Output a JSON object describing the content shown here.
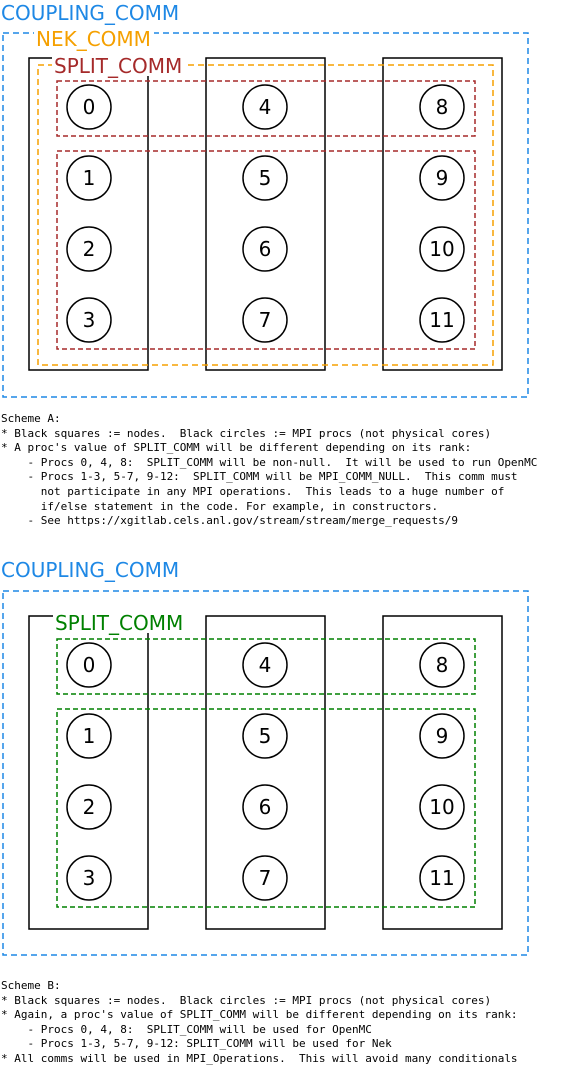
{
  "scheme_a": {
    "labels": {
      "coupling_comm": "COUPLING_COMM",
      "nek_comm": "NEK_COMM",
      "split_comm": "SPLIT_COMM"
    },
    "procs": [
      "0",
      "1",
      "2",
      "3",
      "4",
      "5",
      "6",
      "7",
      "8",
      "9",
      "10",
      "11"
    ],
    "colors": {
      "coupling_comm": "#1e88e5",
      "nek_comm": "#f5a000",
      "split_comm": "#a52a2a"
    },
    "caption_lines": [
      "Scheme A:",
      "* Black squares := nodes.  Black circles := MPI procs (not physical cores)",
      "* A proc's value of SPLIT_COMM will be different depending on its rank:",
      "    - Procs 0, 4, 8:  SPLIT_COMM will be non-null.  It will be used to run OpenMC",
      "    - Procs 1-3, 5-7, 9-12:  SPLIT_COMM will be MPI_COMM_NULL.  This comm must",
      "      not participate in any MPI operations.  This leads to a huge number of",
      "      if/else statement in the code. For example, in constructors.",
      "    - See https://xgitlab.cels.anl.gov/stream/stream/merge_requests/9"
    ]
  },
  "scheme_b": {
    "labels": {
      "coupling_comm": "COUPLING_COMM",
      "split_comm": "SPLIT_COMM"
    },
    "procs": [
      "0",
      "1",
      "2",
      "3",
      "4",
      "5",
      "6",
      "7",
      "8",
      "9",
      "10",
      "11"
    ],
    "colors": {
      "coupling_comm": "#1e88e5",
      "split_comm": "#008000"
    },
    "caption_lines": [
      "Scheme B:",
      "* Black squares := nodes.  Black circles := MPI procs (not physical cores)",
      "* Again, a proc's value of SPLIT_COMM will be different depending on its rank:",
      "    - Procs 0, 4, 8:  SPLIT_COMM will be used for OpenMC",
      "    - Procs 1-3, 5-7, 9-12: SPLIT_COMM will be used for Nek",
      "* All comms will be used in MPI_Operations.  This will avoid many conditionals"
    ]
  }
}
